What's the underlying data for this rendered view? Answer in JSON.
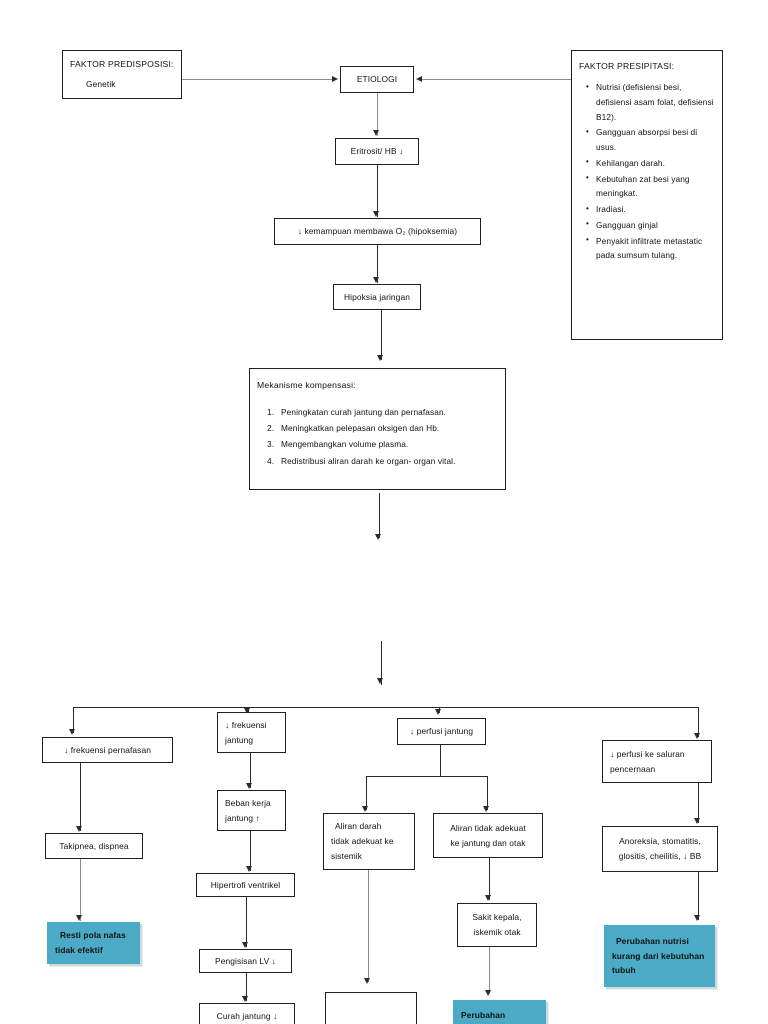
{
  "diagram": {
    "title": "Pathway Anemia",
    "accent_color": "#4BABC6",
    "line_color": "#2b2b2b",
    "box_border_color": "#231f20",
    "background": "#ffffff"
  },
  "predisposisi": {
    "title": "FAKTOR PREDISPOSISI:",
    "item": "Genetik"
  },
  "presipitasi": {
    "title": "FAKTOR  PRESIPITASI:",
    "items": [
      "Nutrisi (defisiensi besi, defisiensi  asam  folat, defisiensi B12).",
      "Gangguan absorpsi  besi di usus.",
      "Kehilangan darah.",
      "Kebutuhan zat  besi  yang meningkat.",
      "Iradiasi.",
      "Gangguan ginjal",
      "Penyakit infiltrate metastatic pada sumsum tulang."
    ]
  },
  "spine": {
    "etiologi": "ETIOLOGI",
    "eritrosit": "Eritrosit/ HB ↓",
    "hipoksemia": "↓ kemampuan  membawa  O₂  (hipoksemia)",
    "hipoksia": "Hipoksia jaringan"
  },
  "kompensasi": {
    "title": "Mekanisme kompensasi:",
    "items": [
      {
        "num": "1.",
        "text": "Peningkatan curah jantung dan pernafasan."
      },
      {
        "num": "2.",
        "text": "Meningkatkan pelepasan oksigen dan Hb."
      },
      {
        "num": "3.",
        "text": "Mengembangkan volume  plasma."
      },
      {
        "num": "4.",
        "text": "Redistribusi  aliran darah ke organ- organ vital."
      }
    ]
  },
  "branch_pernafasan": {
    "frekuensi": "↓ frekuensi  pernafasan",
    "takipnea": "Takipnea, dispnea",
    "diagnosa_l1": "Resti pola nafas",
    "diagnosa_l2": "tidak efektif"
  },
  "branch_jantung": {
    "frekuensi_l1": "↓ frekuensi",
    "frekuensi_l2": "jantung",
    "beban_l1": "Beban kerja",
    "beban_l2": "jantung  ↑",
    "hipertrofi": "Hipertrofi ventrikel",
    "pengisian": "Pengisisan LV ↓",
    "curah": "Curah jantung  ↓"
  },
  "branch_perfusi_jantung": {
    "perfusi": "↓ perfusi  jantung",
    "sistemik_l1": "Aliran darah",
    "sistemik_l2": "tidak adekuat ke",
    "sistemik_l3": "sistemik",
    "otak_l1": "Aliran tidak adekuat",
    "otak_l2": "ke  jantung dan otak",
    "sakit_l1": "Sakit kepala,",
    "sakit_l2": "iskemik otak",
    "diagnosa_otak": "Perubahan"
  },
  "branch_pencernaan": {
    "perfusi_l1": "↓ perfusi ke saluran",
    "perfusi_l2": "pencernaan",
    "gejala_l1": "Anoreksia, stomatitis,",
    "gejala_l2": "glositis, cheilitis, ↓ BB",
    "diagnosa_l1": "Perubahan nutrisi",
    "diagnosa_l2": "kurang dari kebutuhan",
    "diagnosa_l3": "tubuh"
  }
}
